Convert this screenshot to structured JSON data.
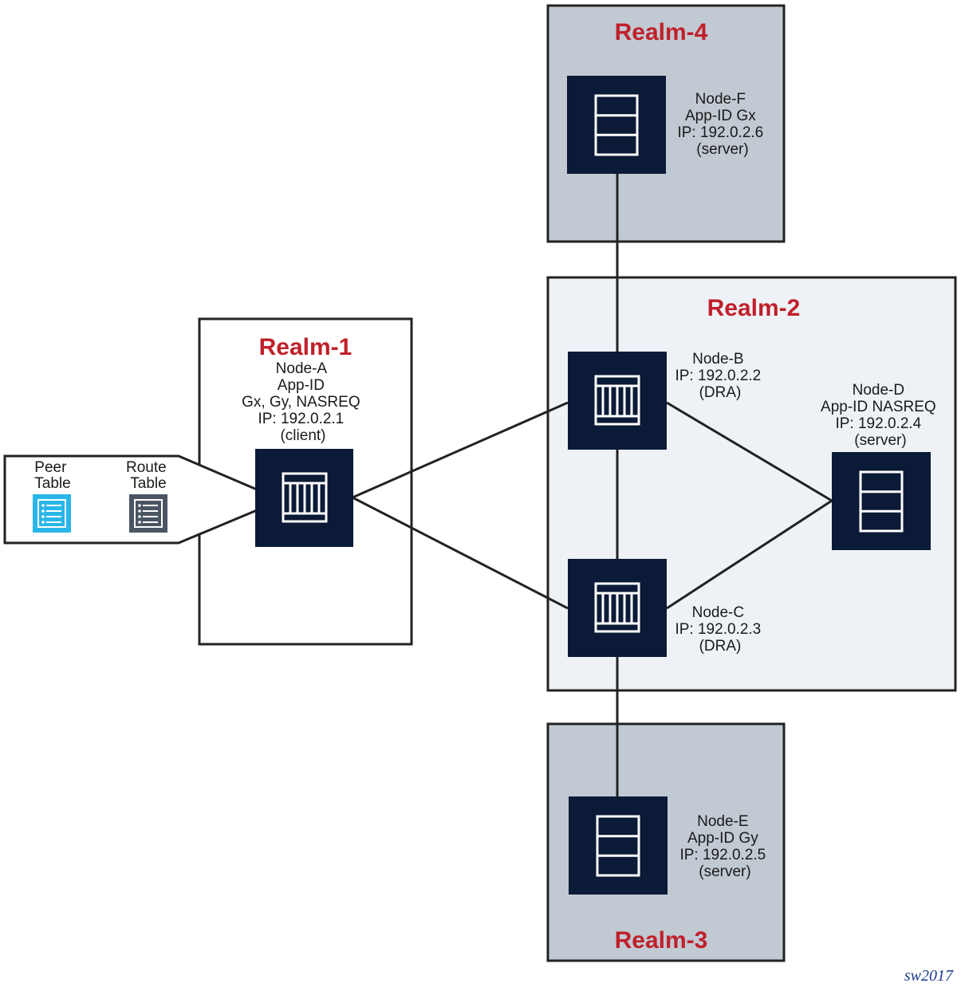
{
  "realms": {
    "realm1": {
      "title": "Realm-1"
    },
    "realm2": {
      "title": "Realm-2"
    },
    "realm3": {
      "title": "Realm-3"
    },
    "realm4": {
      "title": "Realm-4"
    }
  },
  "nodes": {
    "a": {
      "lines": [
        "Node-A",
        "App-ID",
        "Gx, Gy, NASREQ",
        "IP: 192.0.2.1",
        "(client)"
      ]
    },
    "b": {
      "lines": [
        "Node-B",
        "IP: 192.0.2.2",
        "(DRA)"
      ]
    },
    "c": {
      "lines": [
        "Node-C",
        "IP: 192.0.2.3",
        "(DRA)"
      ]
    },
    "d": {
      "lines": [
        "Node-D",
        "App-ID NASREQ",
        "IP: 192.0.2.4",
        "(server)"
      ]
    },
    "e": {
      "lines": [
        "Node-E",
        "App-ID Gy",
        "IP: 192.0.2.5",
        "(server)"
      ]
    },
    "f": {
      "lines": [
        "Node-F",
        "App-ID Gx",
        "IP: 192.0.2.6",
        "(server)"
      ]
    }
  },
  "tables": {
    "peer": {
      "lines": [
        "Peer",
        "Table"
      ],
      "color": "#29b6e8"
    },
    "route": {
      "lines": [
        "Route",
        "Table"
      ],
      "color": "#4a5563"
    }
  },
  "colors": {
    "node_fill": "#0b1a36",
    "realm_title": "#c0202a",
    "realm_gray": "#c1c9d2",
    "realm_light": "#eef2f6"
  },
  "watermark": "sw2017"
}
